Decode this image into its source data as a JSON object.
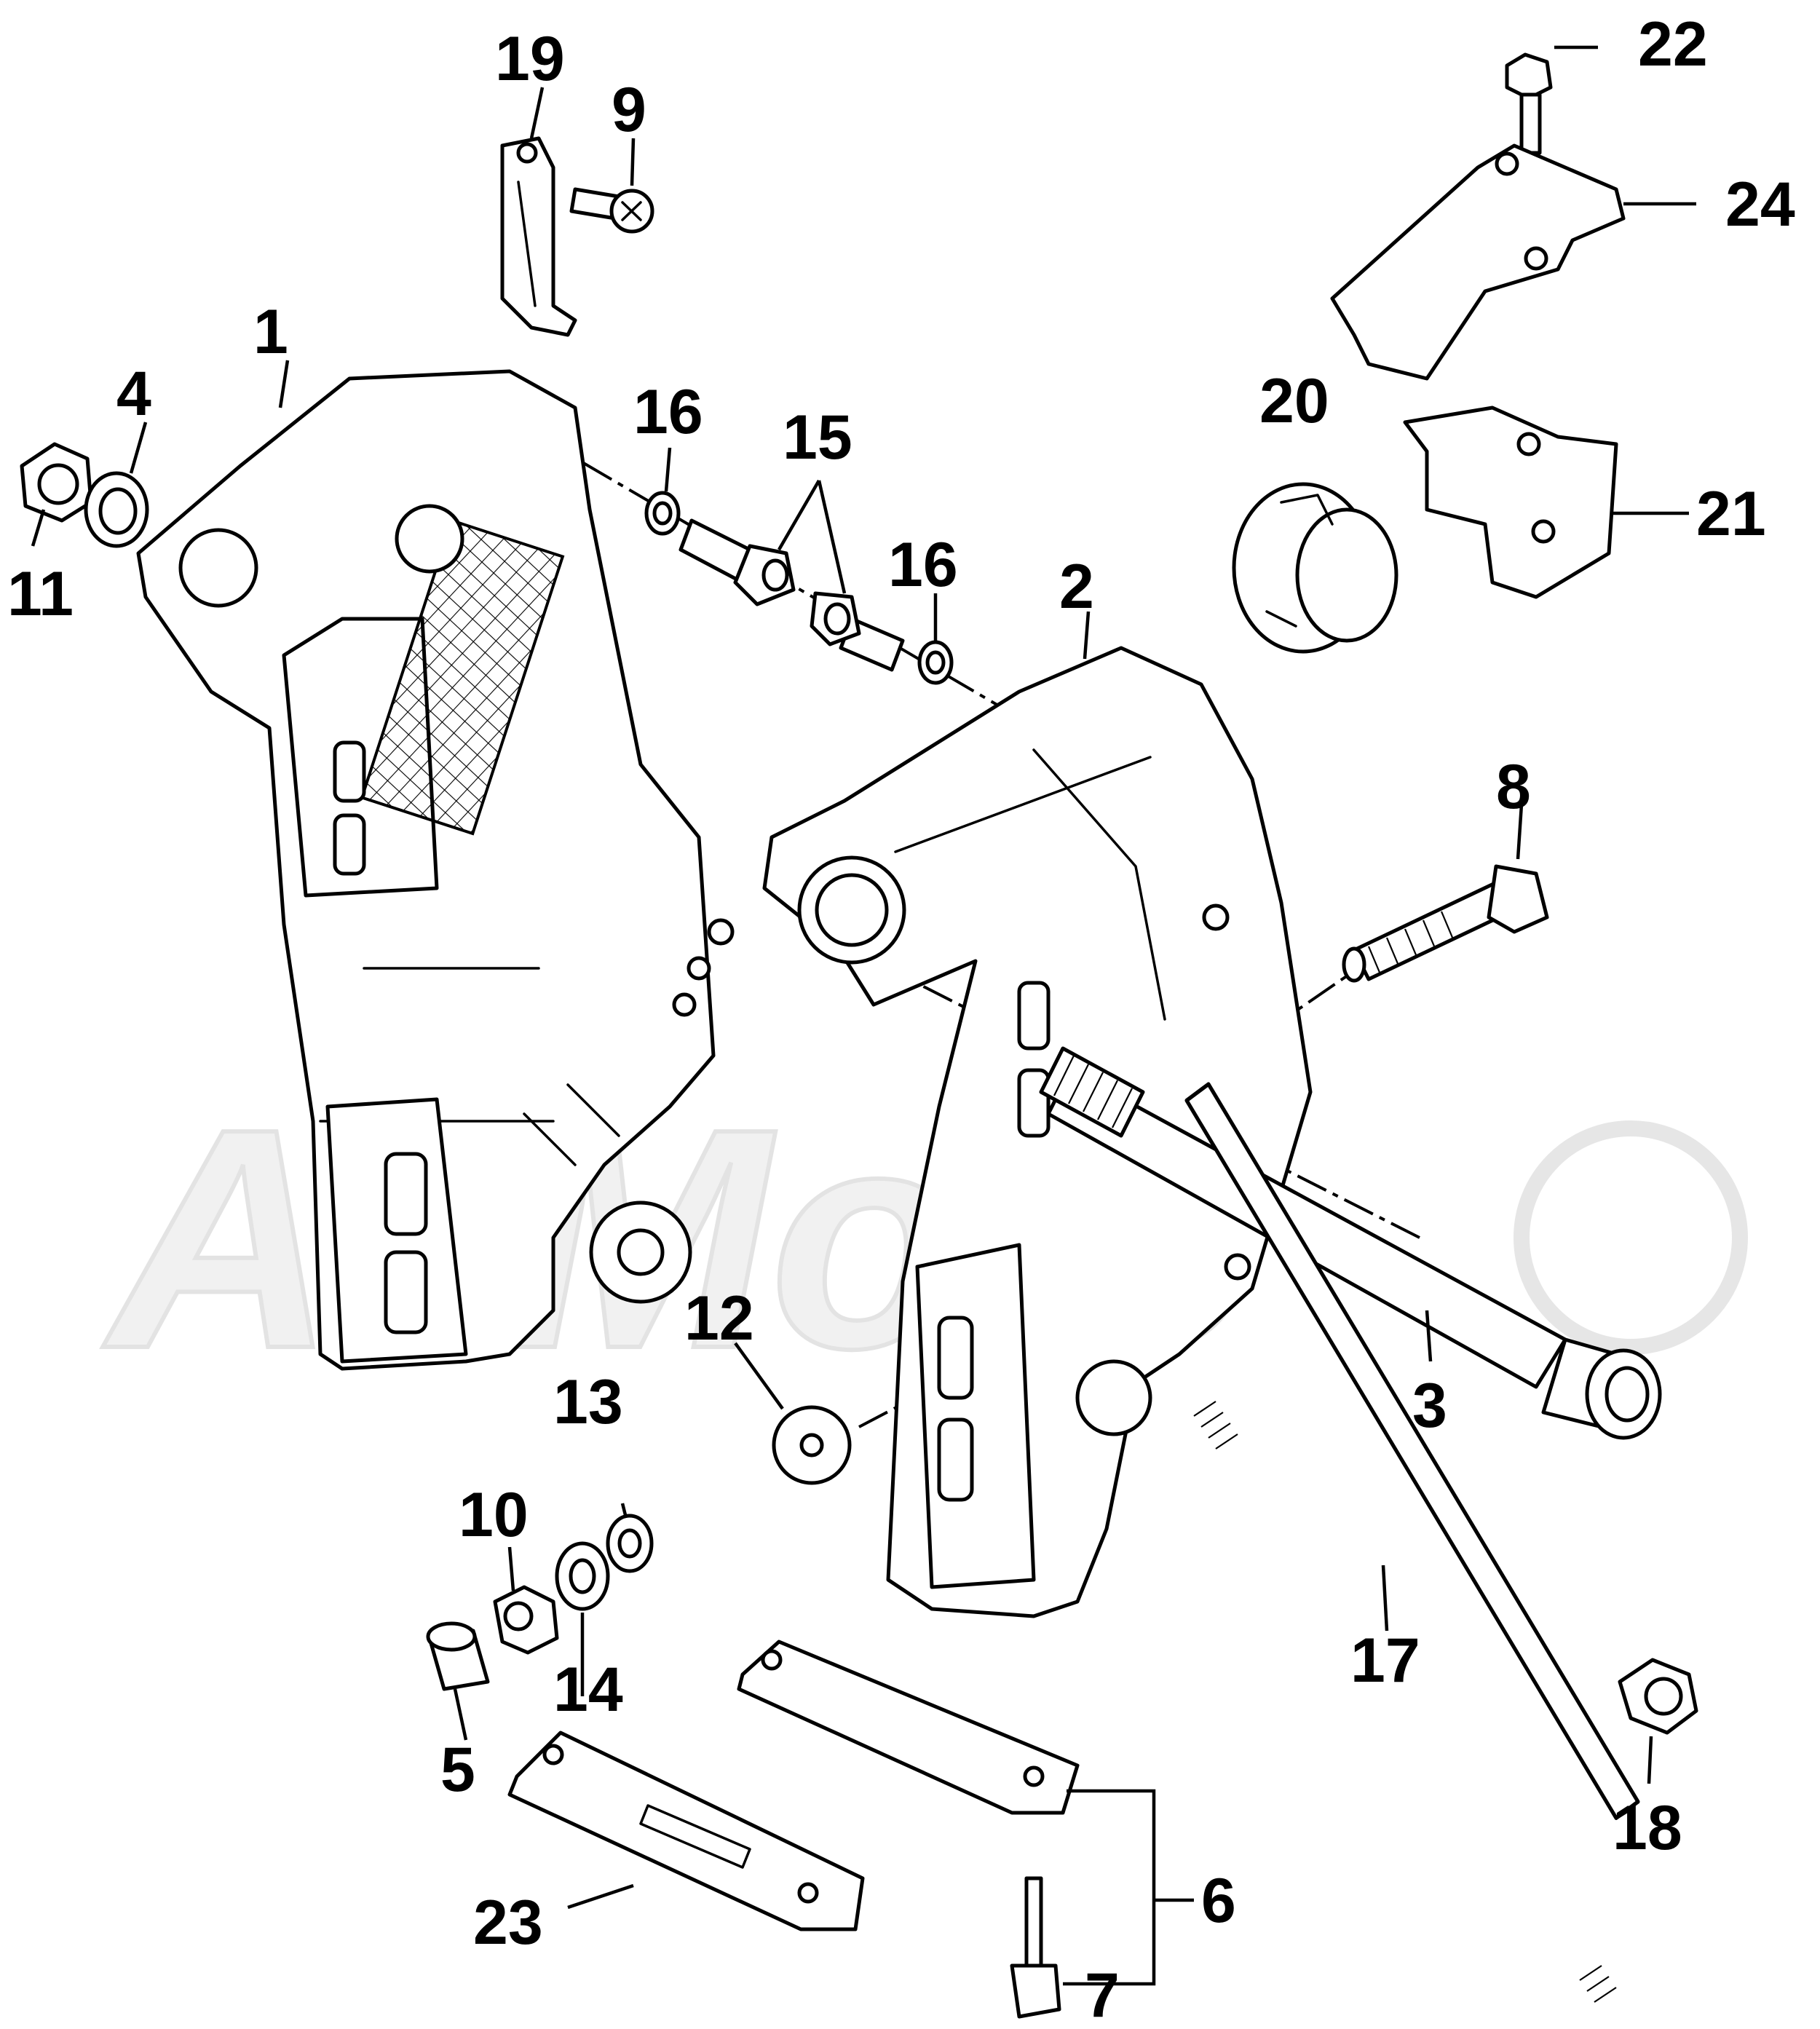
{
  "watermark": "AllMoto",
  "callouts": {
    "c1": "1",
    "c2": "2",
    "c3": "3",
    "c4": "4",
    "c5": "5",
    "c6": "6",
    "c7": "7",
    "c8": "8",
    "c9": "9",
    "c10": "10",
    "c11": "11",
    "c12": "12",
    "c13": "13",
    "c14": "14",
    "c15": "15",
    "c16a": "16",
    "c16b": "16",
    "c17": "17",
    "c18": "18",
    "c19": "19",
    "c20": "20",
    "c21": "21",
    "c22": "22",
    "c23": "23",
    "c24": "24"
  },
  "colors": {
    "ink": "#000000",
    "paper": "#ffffff",
    "watermark": "#e6e6e6"
  }
}
